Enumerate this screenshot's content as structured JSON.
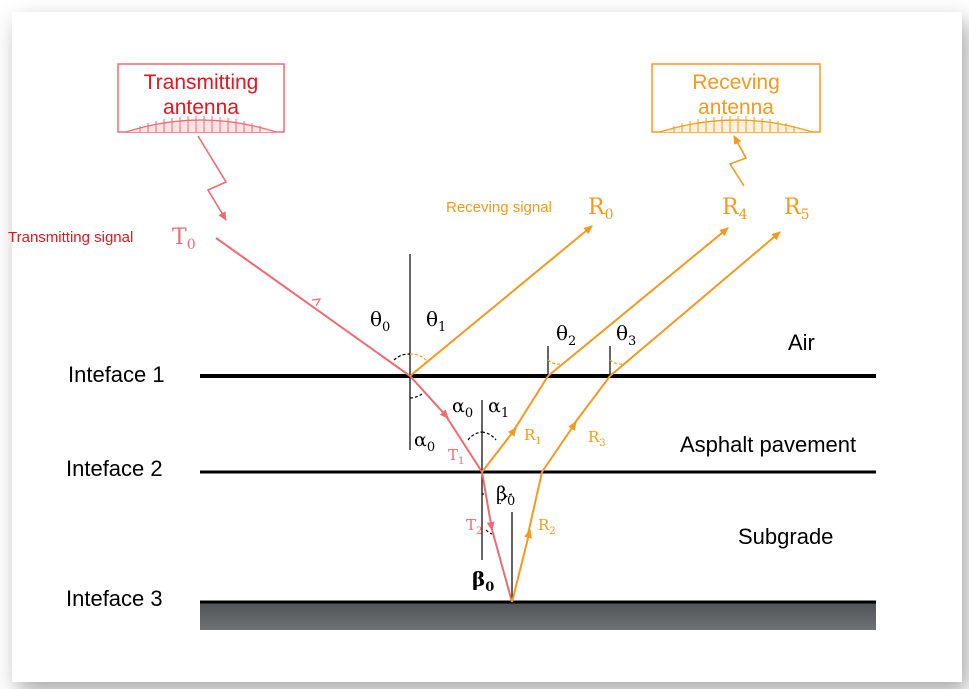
{
  "antennas": {
    "transmitting": {
      "line1": "Transmitting",
      "line2": "antenna"
    },
    "receiving": {
      "line1": "Receving",
      "line2": "antenna"
    }
  },
  "signals": {
    "transmitting_label": "Transmitting signal",
    "transmitting_symbol": "T",
    "transmitting_sub": "0",
    "receiving_label": "Receving signal",
    "r0": "R",
    "r0_sub": "0",
    "r4": "R",
    "r4_sub": "4",
    "r5": "R",
    "r5_sub": "5"
  },
  "interfaces": {
    "i1": "Inteface 1",
    "i2": "Inteface 2",
    "i3": "Inteface 3"
  },
  "layers": {
    "air": "Air",
    "asphalt": "Asphalt pavement",
    "subgrade": "Subgrade"
  },
  "angles": {
    "theta0": "θ",
    "theta0_sub": "0",
    "theta1": "θ",
    "theta1_sub": "1",
    "theta2": "θ",
    "theta2_sub": "2",
    "theta3": "θ",
    "theta3_sub": "3",
    "alpha0_top": "α",
    "alpha0_top_sub": "0",
    "alpha1": "α",
    "alpha1_sub": "1",
    "alpha0_bottom": "α",
    "alpha0_bottom_sub": "0",
    "beta0_top": "β",
    "beta0_top_sub": "0",
    "beta0_bottom": "β",
    "beta0_bottom_sub": "0"
  },
  "rays": {
    "t1": "T",
    "t1_sub": "1",
    "t2": "T",
    "t2_sub": "2",
    "r1": "R",
    "r1_sub": "1",
    "r2": "R",
    "r2_sub": "2",
    "r3": "R",
    "r3_sub": "3"
  },
  "colors": {
    "transmit": "#f06a72",
    "transmit_text": "#e8141e",
    "receive": "#f59a1e",
    "interface": "#000000",
    "ground": "#5f6366"
  }
}
